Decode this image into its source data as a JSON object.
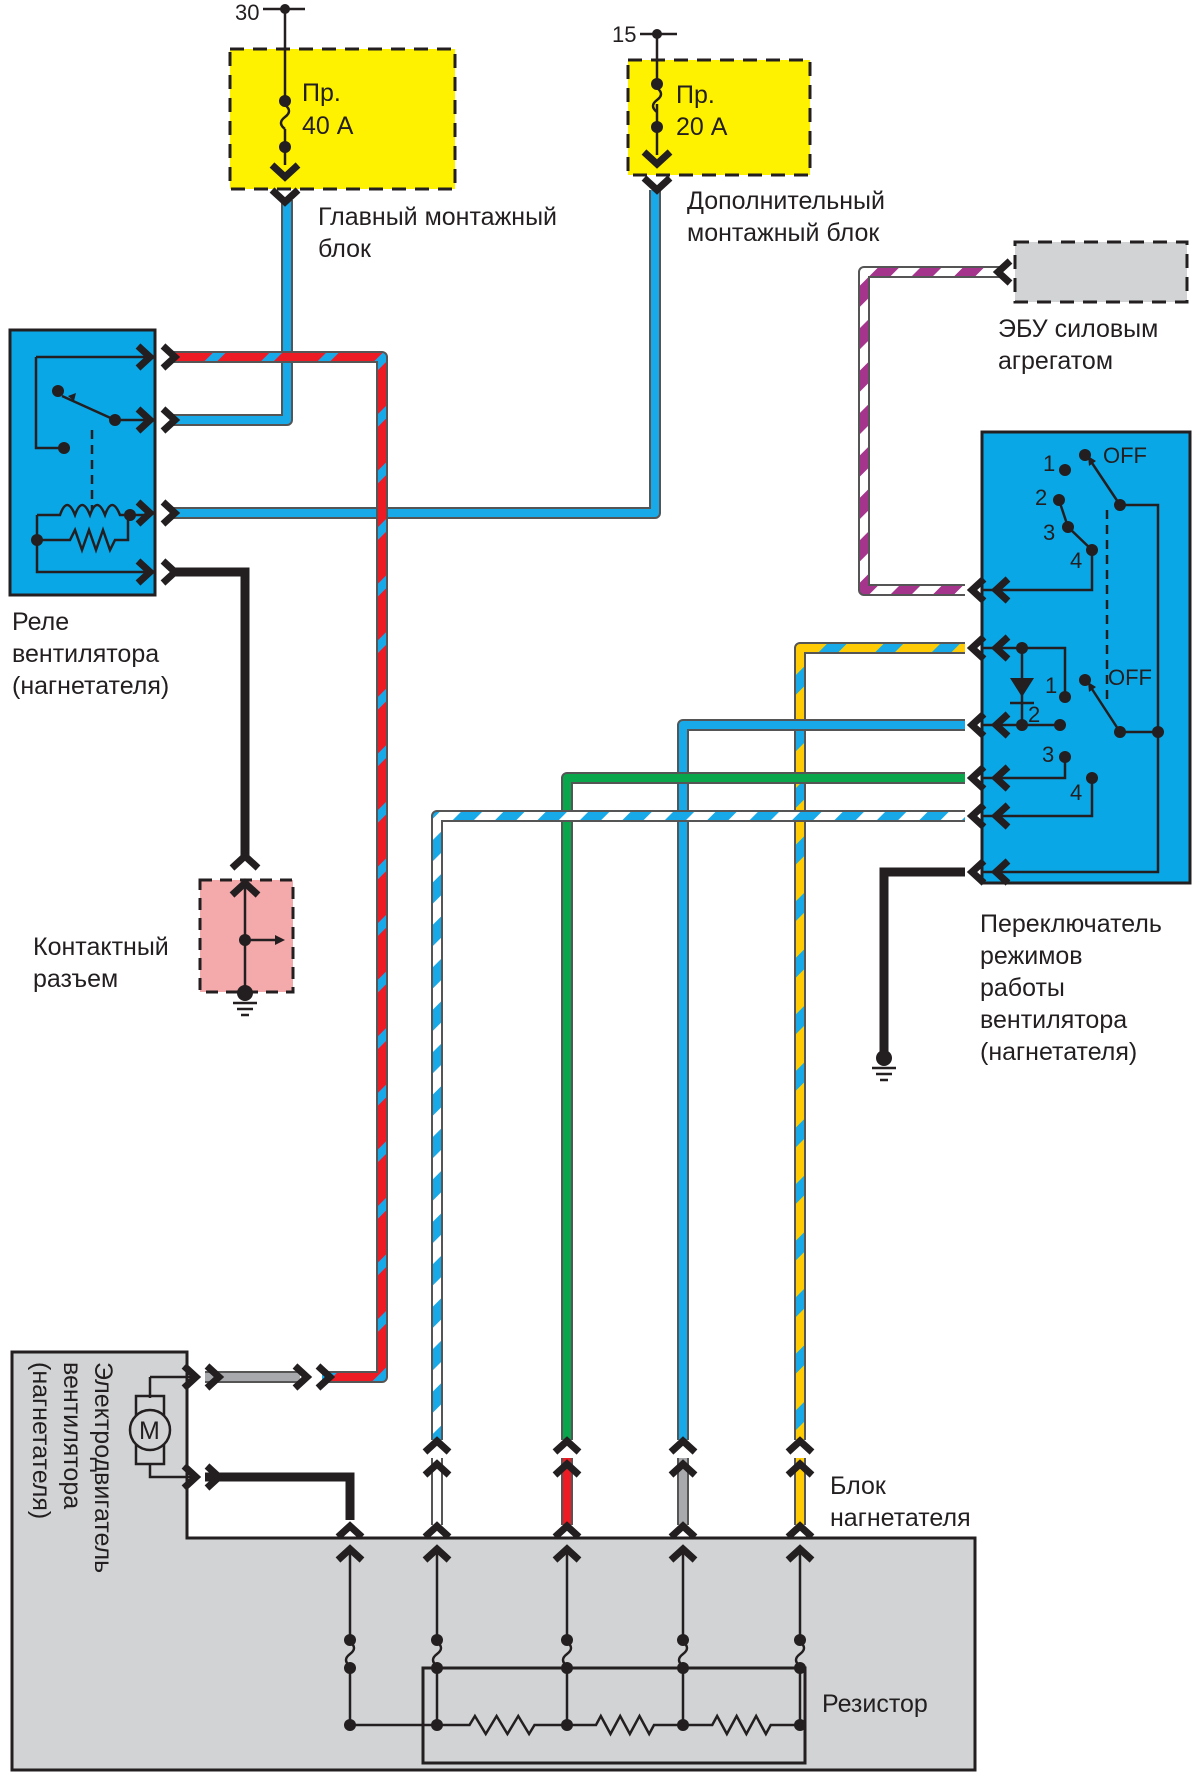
{
  "title": "Схема включения вентилятора (нагнетателя) отопителя",
  "colors": {
    "relay_box": "#0aa7e6",
    "switch_box": "#0aa7e6",
    "fuse_box": "#fff200",
    "connector_box": "#f4a9ab",
    "ecu_box": "#d1d3d4",
    "motor_block": "#d1d3d4",
    "wire_blue": "#17a9e8",
    "wire_red": "#ed1c24",
    "wire_green": "#0aa64b",
    "wire_yellow": "#ffcb05",
    "wire_violet": "#a5348c",
    "wire_grey": "#a7a9ac",
    "wire_black": "#231f20"
  },
  "power": {
    "terminal_30": "30",
    "terminal_15": "15"
  },
  "fuses": [
    {
      "prefix": "Пр.",
      "rating": "40 А"
    },
    {
      "prefix": "Пр.",
      "rating": "20 А"
    }
  ],
  "labels": {
    "main_block": [
      "Главный монтажный",
      "блок"
    ],
    "aux_block": [
      "Дополнительный",
      "монтажный блок"
    ],
    "ecu": [
      "ЭБУ силовым",
      "агрегатом"
    ],
    "relay": [
      "Реле",
      "вентилятора",
      "(нагнетателя)"
    ],
    "connector": [
      "Контактный",
      "разъем"
    ],
    "switch": [
      "Переключатель",
      "режимов",
      "работы",
      "вентилятора",
      "(нагнетателя)"
    ],
    "motor": [
      "Электродвигатель",
      "вентилятора",
      "(нагнетателя)"
    ],
    "blower_block": [
      "Блок",
      "нагнетателя"
    ],
    "resistor": "Резистор",
    "motor_symbol": "M"
  },
  "switch_positions": {
    "upper": {
      "off": "OFF",
      "pos": [
        "1",
        "2",
        "3",
        "4"
      ]
    },
    "lower": {
      "off": "OFF",
      "pos": [
        "1",
        "2",
        "3",
        "4"
      ]
    }
  }
}
